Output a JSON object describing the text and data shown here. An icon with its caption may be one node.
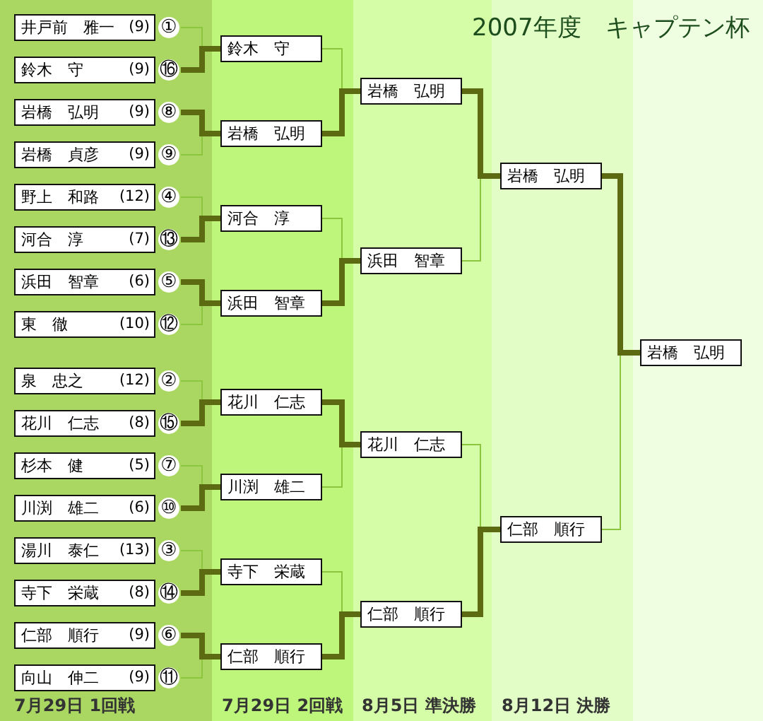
{
  "diagram": {
    "title": "2007年度　キャプテン杯",
    "nodes": [
      {
        "text": [
          "井戸前　雅一",
          "(9)"
        ],
        "beside": [
          "①"
        ]
      },
      {
        "text": [
          "鈴木　守",
          "(9)"
        ],
        "beside": [
          "⑯"
        ]
      },
      {
        "text": [
          "岩橋　弘明",
          "(9)"
        ],
        "beside": [
          "⑧"
        ]
      },
      {
        "text": [
          "岩橋　貞彦",
          "(9)"
        ],
        "beside": [
          "⑨"
        ]
      },
      {
        "text": [
          "野上　和路",
          "(12)"
        ],
        "beside": [
          "④"
        ]
      },
      {
        "text": [
          "河合　淳",
          "(7)"
        ],
        "beside": [
          "⑬"
        ]
      },
      {
        "text": [
          "浜田　智章",
          "(6)"
        ],
        "beside": [
          "⑤"
        ]
      },
      {
        "text": [
          "東　徹",
          "(10)"
        ],
        "beside": [
          "⑫"
        ]
      },
      {
        "text": [
          "泉　忠之",
          "(12)"
        ],
        "beside": [
          "②"
        ]
      },
      {
        "text": [
          "花川　仁志",
          "(8)"
        ],
        "beside": [
          "⑮"
        ]
      },
      {
        "text": [
          "杉本　健",
          "(5)"
        ],
        "beside": [
          "⑦"
        ]
      },
      {
        "text": [
          "川渕　雄二",
          "(6)"
        ],
        "beside": [
          "⑩"
        ]
      },
      {
        "text": [
          "湯川　泰仁",
          "(13)"
        ],
        "beside": [
          "③"
        ]
      },
      {
        "text": [
          "寺下　栄蔵",
          "(8)"
        ],
        "beside": [
          "⑭"
        ]
      },
      {
        "text": [
          "仁部　順行",
          "(9)"
        ],
        "beside": [
          "⑥"
        ]
      },
      {
        "text": [
          "向山　伸二",
          "(9)"
        ],
        "beside": [
          "⑪"
        ]
      },
      {
        "text": [
          "鈴木　守"
        ]
      },
      {
        "text": [
          "岩橋　弘明"
        ]
      },
      {
        "text": [
          "河合　淳"
        ]
      },
      {
        "text": [
          "浜田　智章"
        ]
      },
      {
        "text": [
          "花川　仁志"
        ]
      },
      {
        "text": [
          "川渕　雄二"
        ]
      },
      {
        "text": [
          "寺下　栄蔵"
        ]
      },
      {
        "text": [
          "仁部　順行"
        ]
      },
      {
        "text": [
          "岩橋　弘明"
        ]
      },
      {
        "text": [
          "浜田　智章"
        ]
      },
      {
        "text": [
          "花川　仁志"
        ]
      },
      {
        "text": [
          "仁部　順行"
        ]
      },
      {
        "text": [
          "岩橋　弘明"
        ]
      },
      {
        "text": [
          "仁部　順行"
        ]
      },
      {
        "text": [
          "岩橋　弘明"
        ]
      }
    ],
    "edges": [
      {
        "from": 0,
        "to": 16,
        "arrow": "none"
      },
      {
        "from": 1,
        "to": 16,
        "arrow": "none",
        "style": "thick",
        "color": "#5c6b12"
      },
      {
        "from": 2,
        "to": 17,
        "arrow": "none",
        "style": "thick",
        "color": "#5c6b12"
      },
      {
        "from": 3,
        "to": 17,
        "arrow": "none"
      },
      {
        "from": 4,
        "to": 18,
        "arrow": "none"
      },
      {
        "from": 5,
        "to": 18,
        "arrow": "none",
        "style": "thick",
        "color": "#5c6b12"
      },
      {
        "from": 6,
        "to": 19,
        "arrow": "none",
        "style": "thick",
        "color": "#5c6b12"
      },
      {
        "from": 7,
        "to": 19,
        "arrow": "none"
      },
      {
        "from": 8,
        "to": 20,
        "arrow": "none"
      },
      {
        "from": 9,
        "to": 20,
        "arrow": "none",
        "style": "thick",
        "color": "#5c6b12"
      },
      {
        "from": 10,
        "to": 21,
        "arrow": "none"
      },
      {
        "from": 11,
        "to": 21,
        "arrow": "none",
        "style": "thick",
        "color": "#5c6b12"
      },
      {
        "from": 12,
        "to": 22,
        "arrow": "none"
      },
      {
        "from": 13,
        "to": 22,
        "arrow": "none",
        "style": "thick",
        "color": "#5c6b12"
      },
      {
        "from": 14,
        "to": 23,
        "arrow": "none",
        "style": "thick",
        "color": "#5c6b12"
      },
      {
        "from": 15,
        "to": 23,
        "arrow": "none"
      },
      {
        "from": 16,
        "to": 24,
        "arrow": "none"
      },
      {
        "from": 17,
        "to": 24,
        "arrow": "none",
        "style": "thick",
        "color": "#5c6b12"
      },
      {
        "from": 18,
        "to": 25,
        "arrow": "none"
      },
      {
        "from": 19,
        "to": 25,
        "arrow": "none",
        "style": "thick",
        "color": "#5c6b12"
      },
      {
        "from": 20,
        "to": 26,
        "arrow": "none",
        "style": "thick",
        "color": "#5c6b12"
      },
      {
        "from": 21,
        "to": 26,
        "arrow": "none"
      },
      {
        "from": 22,
        "to": 27,
        "arrow": "none"
      },
      {
        "from": 23,
        "to": 27,
        "arrow": "none",
        "style": "thick",
        "color": "#5c6b12"
      },
      {
        "from": 24,
        "to": 28,
        "arrow": "none",
        "style": "thick",
        "color": "#5c6b12"
      },
      {
        "from": 25,
        "to": 28,
        "arrow": "none"
      },
      {
        "from": 26,
        "to": 29,
        "arrow": "none"
      },
      {
        "from": 27,
        "to": 29,
        "arrow": "none",
        "style": "thick",
        "color": "#5c6b12"
      },
      {
        "from": 28,
        "to": 30,
        "arrow": "none",
        "style": "thick",
        "color": "#5c6b12"
      },
      {
        "from": 29,
        "to": 30,
        "arrow": "none"
      }
    ],
    "labels": [
      "7月29日 1回戦",
      "7月29日 2回戦",
      "8月5日 準決勝",
      "8月12日 決勝"
    ]
  }
}
